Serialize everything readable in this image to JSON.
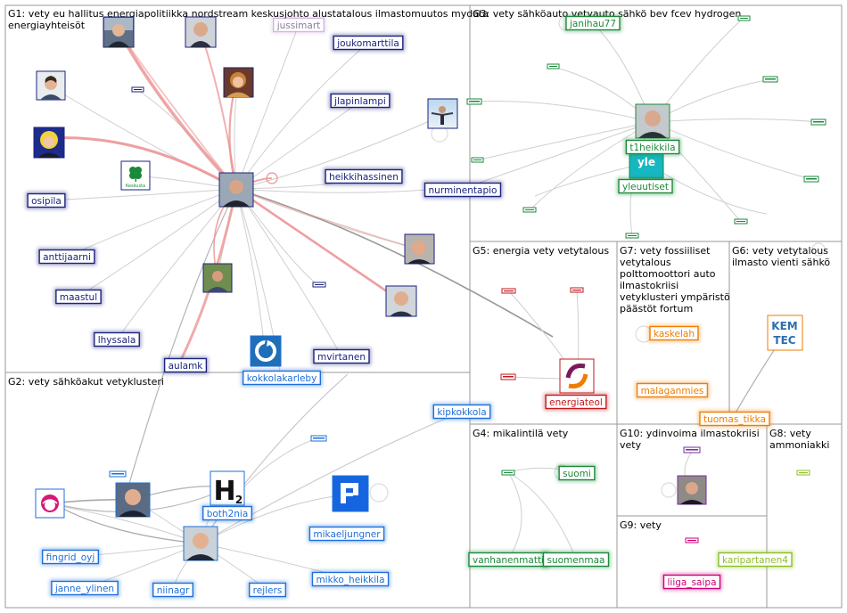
{
  "colors": {
    "navy": "#1a237e",
    "blue": "#1e6fd9",
    "green": "#1b8a3a",
    "red": "#c2181e",
    "orange": "#ef7d00",
    "lime": "#8cbf26",
    "magenta": "#cc0077",
    "purple": "#7b2aa0",
    "edge_gray": "#c8c8c8",
    "edge_red": "#e88888"
  },
  "groups": [
    {
      "id": "G1",
      "title_lines": [
        "G1: vety eu hallitus energiapolitiikka nordstream keskusjohto alustatalous ilmastomuutos mydata",
        "energiayhteisöt"
      ]
    },
    {
      "id": "G2",
      "title_lines": [
        "G2: vety sähköakut vetyklusteri"
      ]
    },
    {
      "id": "G3",
      "title_lines": [
        "G3: vety sähköauto vetyauto sähkö bev fcev hydrogen"
      ]
    },
    {
      "id": "G4",
      "title_lines": [
        "G4: mikalintilä vety"
      ]
    },
    {
      "id": "G5",
      "title_lines": [
        "G5: energia vety vetytalous"
      ]
    },
    {
      "id": "G6",
      "title_lines": [
        "G6: vety vetytalous",
        "ilmasto vienti sähkö"
      ]
    },
    {
      "id": "G7",
      "title_lines": [
        "G7: vety fossiiliset",
        "vetytalous",
        "polttomoottori auto",
        "ilmastokriisi",
        "vetyklusteri ympäristö",
        "päästöt fortum"
      ]
    },
    {
      "id": "G8",
      "title_lines": [
        "G8: vety",
        "ammoniakki"
      ]
    },
    {
      "id": "G9",
      "title_lines": [
        "G9: vety"
      ]
    },
    {
      "id": "G10",
      "title_lines": [
        "G10: ydinvoima ilmastokriisi",
        "vety"
      ]
    }
  ],
  "nodes": [
    {
      "id": "jussimart",
      "label": "jussimart",
      "color": "purple"
    },
    {
      "id": "joukomarttila",
      "label": "joukomarttila",
      "color": "navy"
    },
    {
      "id": "jlapinlampi",
      "label": "jlapinlampi",
      "color": "navy"
    },
    {
      "id": "heikkihassinen",
      "label": "heikkihassinen",
      "color": "navy"
    },
    {
      "id": "nurminentapio",
      "label": "nurminentapio",
      "color": "navy"
    },
    {
      "id": "osipila",
      "label": "osipila",
      "color": "navy"
    },
    {
      "id": "anttijaarni",
      "label": "anttijaarni",
      "color": "navy"
    },
    {
      "id": "maastul",
      "label": "maastul",
      "color": "navy"
    },
    {
      "id": "lhyssala",
      "label": "lhyssala",
      "color": "navy"
    },
    {
      "id": "aulamk",
      "label": "aulamk",
      "color": "navy"
    },
    {
      "id": "mvirtanen",
      "label": "mvirtanen",
      "color": "navy"
    },
    {
      "id": "kokkolakarleby",
      "label": "kokkolakarleby",
      "color": "blue"
    },
    {
      "id": "janihau77",
      "label": "janihau77",
      "color": "green"
    },
    {
      "id": "t1heikkila",
      "label": "t1heikkila",
      "color": "green"
    },
    {
      "id": "yleuutiset",
      "label": "yleuutiset",
      "color": "green"
    },
    {
      "id": "energiateol",
      "label": "energiateol",
      "color": "red"
    },
    {
      "id": "kaskelah",
      "label": "kaskelah",
      "color": "orange"
    },
    {
      "id": "malaganmies",
      "label": "malaganmies",
      "color": "orange"
    },
    {
      "id": "tuomas_tikka",
      "label": "tuomas_tikka",
      "color": "orange"
    },
    {
      "id": "kipkokkola",
      "label": "kipkokkola",
      "color": "blue"
    },
    {
      "id": "both2nia",
      "label": "both2nia",
      "color": "blue"
    },
    {
      "id": "mikaeljungner",
      "label": "mikaeljungner",
      "color": "blue"
    },
    {
      "id": "fingrid_oyj",
      "label": "fingrid_oyj",
      "color": "blue"
    },
    {
      "id": "janne_ylinen",
      "label": "janne_ylinen",
      "color": "blue"
    },
    {
      "id": "niinagr",
      "label": "niinagr",
      "color": "blue"
    },
    {
      "id": "rejlers",
      "label": "rejlers",
      "color": "blue"
    },
    {
      "id": "mikko_heikkila",
      "label": "mikko_heikkila",
      "color": "blue"
    },
    {
      "id": "suomi",
      "label": "suomi",
      "color": "green"
    },
    {
      "id": "vanhanenmatti",
      "label": "vanhanenmatti",
      "color": "green"
    },
    {
      "id": "suomenmaa",
      "label": "suomenmaa",
      "color": "green"
    },
    {
      "id": "liiga_saipa",
      "label": "liiga_saipa",
      "color": "magenta"
    },
    {
      "id": "karipartanen4",
      "label": "karipartanen4",
      "color": "lime"
    }
  ],
  "logos": {
    "keskusta": "Keskusta",
    "yle": "yle",
    "kemtec_top": "KEM",
    "kemtec_bottom": "TEC",
    "h2_letter": "H",
    "h2_sub": "2"
  }
}
